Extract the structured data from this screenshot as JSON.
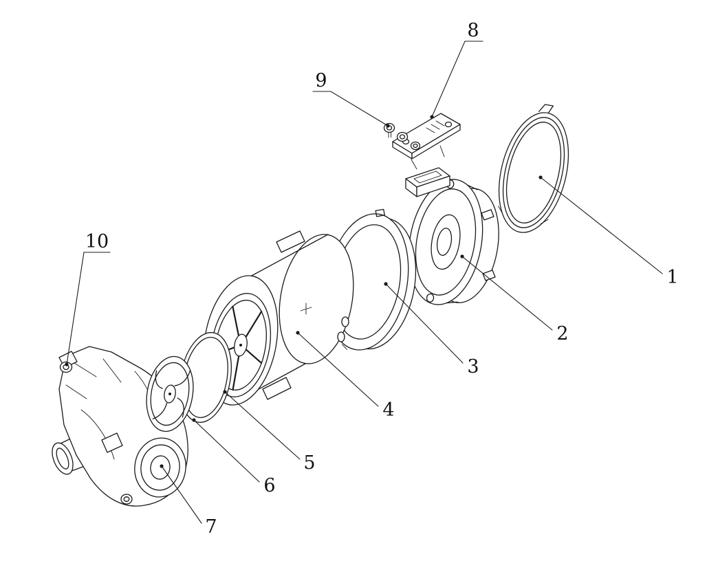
{
  "diagram": {
    "type": "exploded-view-technical-drawing",
    "background_color": "#ffffff",
    "line_color": "#1a1a1a",
    "callouts": [
      {
        "label": "1"
      },
      {
        "label": "2"
      },
      {
        "label": "3"
      },
      {
        "label": "4"
      },
      {
        "label": "5"
      },
      {
        "label": "6"
      },
      {
        "label": "7"
      },
      {
        "label": "8"
      },
      {
        "label": "9"
      },
      {
        "label": "10"
      }
    ]
  }
}
